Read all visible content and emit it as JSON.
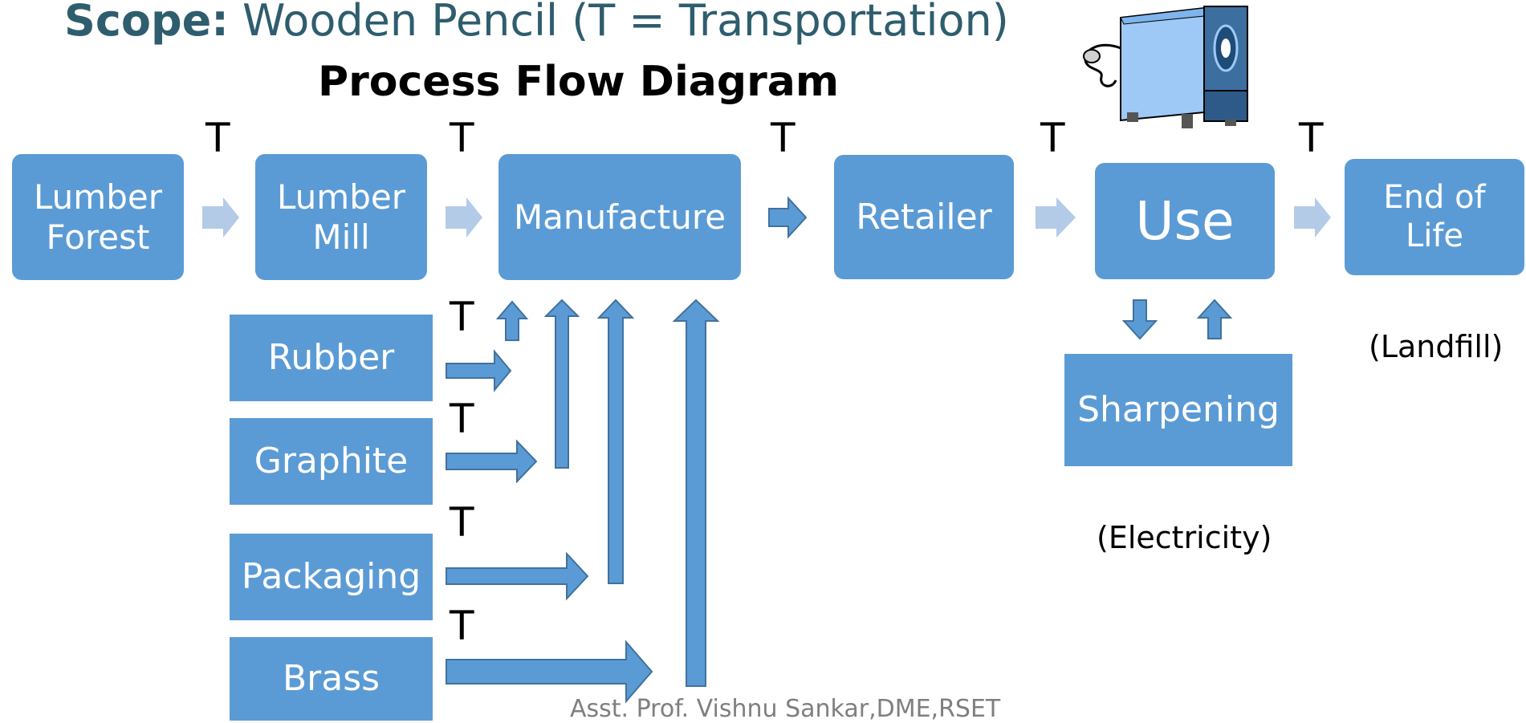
{
  "header": {
    "scope_label": "Scope:",
    "scope_text": "Wooden Pencil (T = Transportation)",
    "title": "Process Flow Diagram"
  },
  "stages": [
    {
      "label": "Lumber\nForest"
    },
    {
      "label": "Lumber\nMill"
    },
    {
      "label": "Manufacture"
    },
    {
      "label": "Retailer"
    },
    {
      "label": "Use"
    },
    {
      "label": "End of\nLife"
    }
  ],
  "inputs": [
    {
      "label": "Rubber"
    },
    {
      "label": "Graphite"
    },
    {
      "label": "Packaging"
    },
    {
      "label": "Brass"
    }
  ],
  "sharpening": {
    "label": "Sharpening",
    "note": "(Electricity)"
  },
  "end_of_life_note": "(Landfill)",
  "transport_marker": "T",
  "footer": "Asst. Prof. Vishnu Sankar,DME,RSET",
  "colors": {
    "box": "#5b9bd5",
    "box_dark": "#41719c",
    "arrow_light": "#b4cbe8",
    "scope": "#2e5d6e"
  },
  "icons": {
    "sharpener": "pencil-sharpener-icon"
  }
}
